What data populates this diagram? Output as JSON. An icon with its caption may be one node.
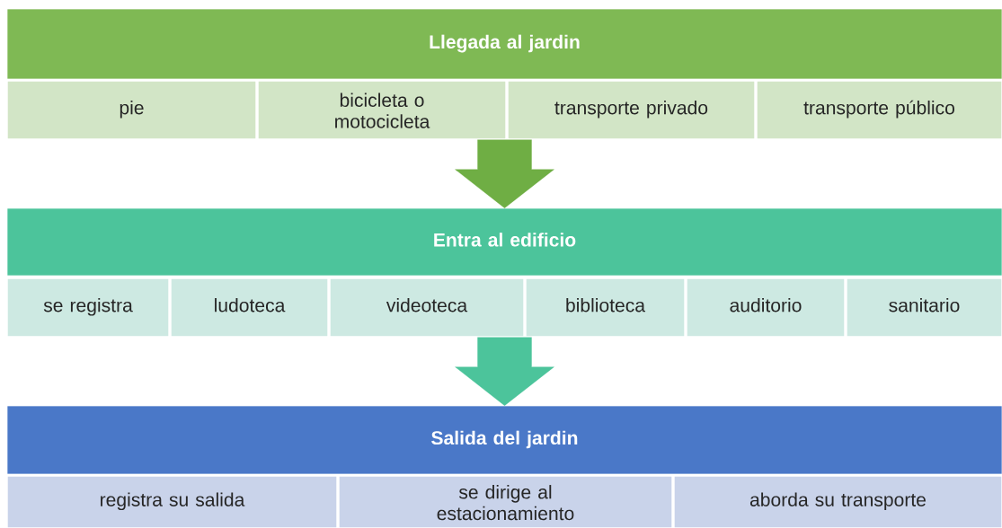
{
  "diagram": {
    "nodes": [
      {
        "text": [
          "Llegada al jardin"
        ]
      },
      {
        "text": [
          "pie"
        ]
      },
      {
        "text": [
          "bicicleta o motocicleta"
        ]
      },
      {
        "text": [
          "transporte privado"
        ]
      },
      {
        "text": [
          "transporte público"
        ]
      },
      {
        "text": [
          "Entra al edificio"
        ]
      },
      {
        "text": [
          "se registra"
        ]
      },
      {
        "text": [
          "ludoteca"
        ]
      },
      {
        "text": [
          "videoteca"
        ]
      },
      {
        "text": [
          "biblioteca"
        ]
      },
      {
        "text": [
          "auditorio"
        ]
      },
      {
        "text": [
          "sanitario"
        ]
      },
      {
        "text": [
          "Salida del jardin"
        ]
      },
      {
        "text": [
          "registra su salida"
        ]
      },
      {
        "text": [
          "se dirige al estacionamiento"
        ]
      },
      {
        "text": [
          "aborda su transporte"
        ]
      }
    ],
    "edges": [
      {
        "from": 2,
        "to": 5,
        "arrow": "to"
      },
      {
        "from": 8,
        "to": 12,
        "arrow": "to"
      }
    ]
  }
}
